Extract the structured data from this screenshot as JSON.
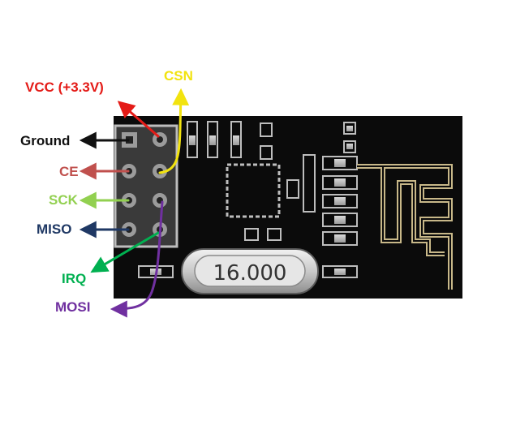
{
  "module": {
    "crystal_label": "16.000",
    "pcb_color": "#0b0b0b",
    "trace_color": "#c8b889"
  },
  "pins": [
    {
      "key": "vcc",
      "label": "VCC (+3.3V)",
      "color": "#e41b17"
    },
    {
      "key": "csn",
      "label": "CSN",
      "color": "#f2e30f"
    },
    {
      "key": "ground",
      "label": "Ground",
      "color": "#111111"
    },
    {
      "key": "ce",
      "label": "CE",
      "color": "#c0504d"
    },
    {
      "key": "sck",
      "label": "SCK",
      "color": "#92d050"
    },
    {
      "key": "miso",
      "label": "MISO",
      "color": "#1f3864"
    },
    {
      "key": "irq",
      "label": "IRQ",
      "color": "#00b050"
    },
    {
      "key": "mosi",
      "label": "MOSI",
      "color": "#7030a0"
    }
  ]
}
